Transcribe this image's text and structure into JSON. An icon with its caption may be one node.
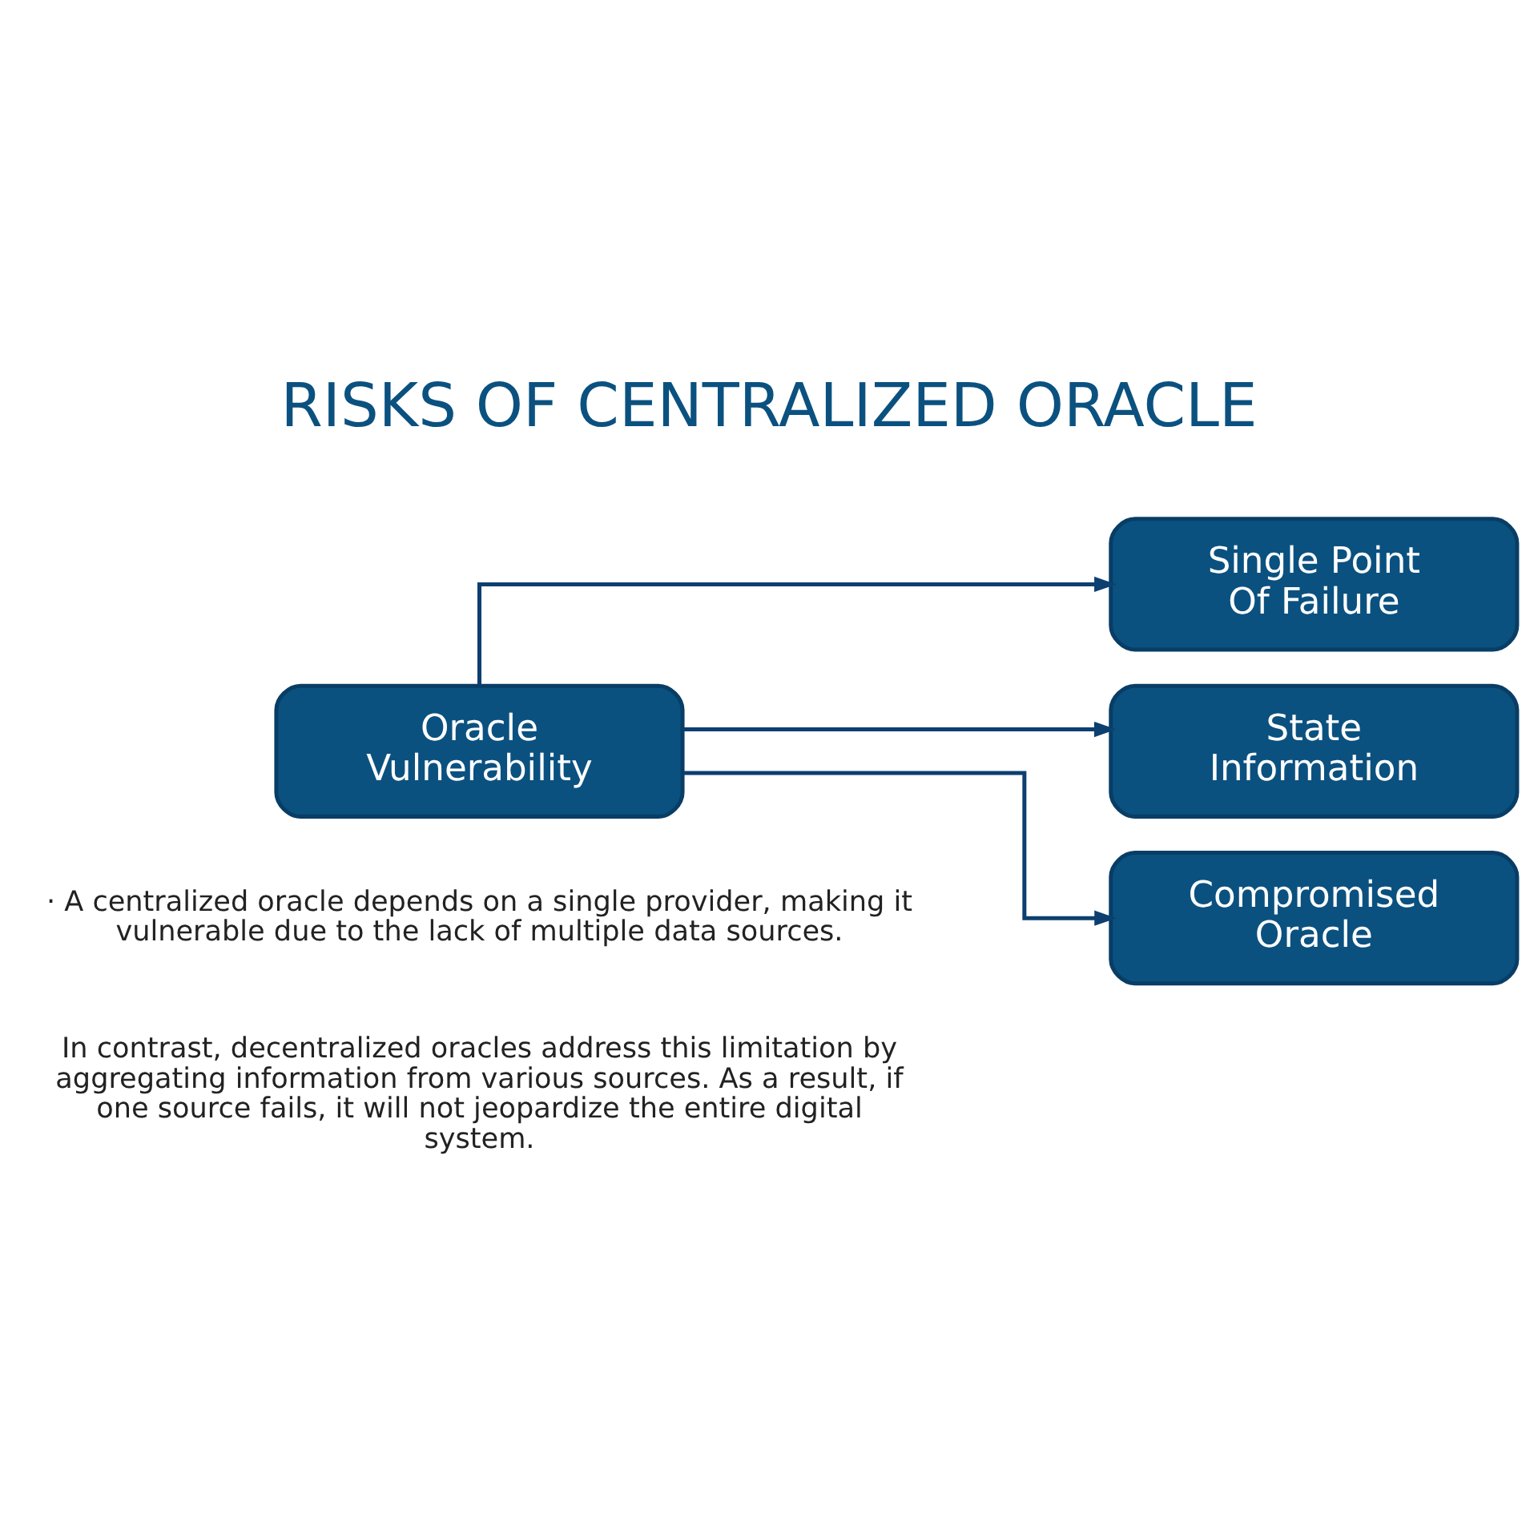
{
  "diagram": {
    "title": "RISKS OF CENTRALIZED ORACLE",
    "nodes": [
      {
        "text": [
          "Oracle Vulnerability"
        ]
      },
      {
        "text": [
          "Single Point Of Failure"
        ]
      },
      {
        "text": [
          "State Information"
        ]
      },
      {
        "text": [
          "Compromised Oracle"
        ]
      }
    ],
    "edges": [
      {
        "from": 0,
        "to": 1,
        "arrow": "to"
      },
      {
        "from": 0,
        "to": 2,
        "arrow": "to"
      },
      {
        "from": 0,
        "to": 3,
        "arrow": "to"
      }
    ],
    "labels": [
      "· A centralized oracle depends on a single provider, making it vulnerable due to the lack of multiple data sources.",
      "In contrast, decentralized oracles address this limitation by aggregating information from various sources. As a result, if one source fails, it will not jeopardize the entire digital system."
    ]
  }
}
